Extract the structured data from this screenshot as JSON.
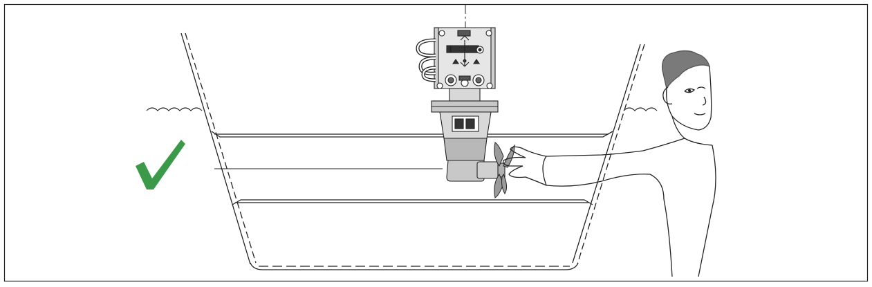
{
  "figure": {
    "status": "correct",
    "status_icon": "checkmark-icon",
    "colors": {
      "check": "#3a9a4a",
      "line": "#222222",
      "motor_fill": "#e6e6e6",
      "motor_dark": "#8a8a8a",
      "hair": "#7a7a7a"
    },
    "components": [
      "hull",
      "waterline",
      "thruster-motor",
      "propeller",
      "person"
    ]
  }
}
